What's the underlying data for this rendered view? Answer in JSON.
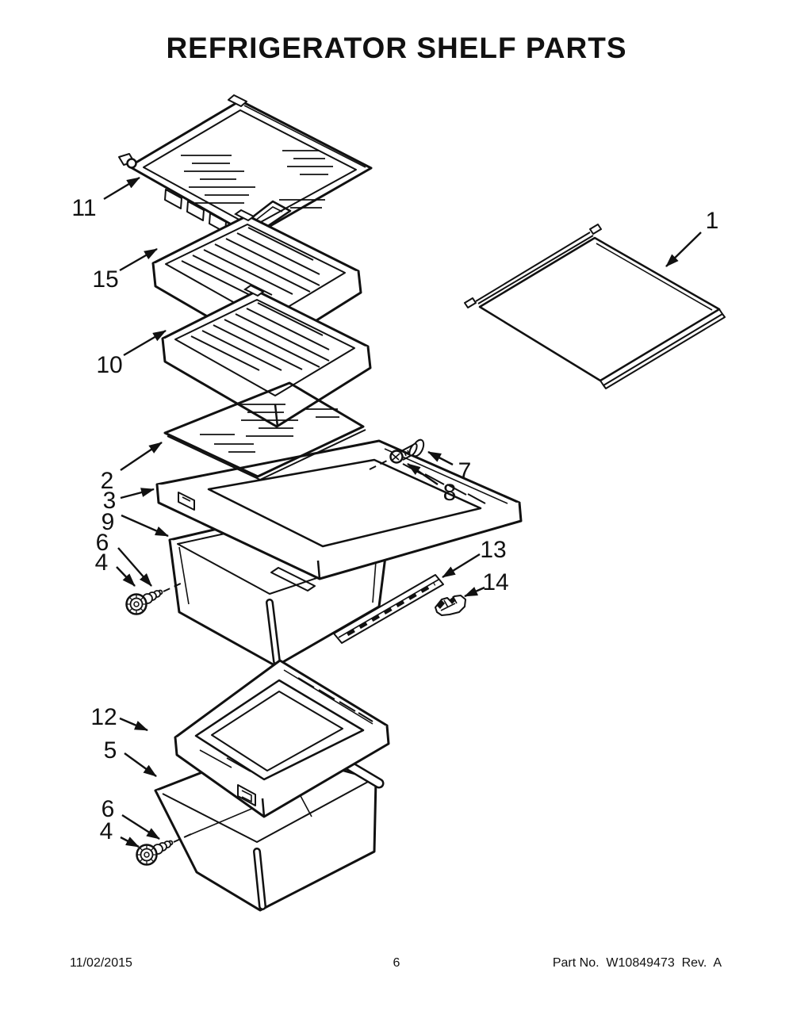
{
  "page": {
    "title": "REFRIGERATOR SHELF PARTS",
    "footer": {
      "date": "11/02/2015",
      "page_number": "6",
      "part_info": "Part No.  W10849473  Rev.  A"
    }
  },
  "diagram": {
    "description": "Exploded view of refrigerator shelf and crisper drawer parts",
    "ink_color": "#111111",
    "background_color": "#ffffff",
    "callouts": [
      {
        "label": "11",
        "part": "shelf-assembly-top"
      },
      {
        "label": "15",
        "part": "crisper-pan-upper"
      },
      {
        "label": "10",
        "part": "crisper-pan-lower"
      },
      {
        "label": "1",
        "part": "glass-shelf"
      },
      {
        "label": "2",
        "part": "glass-insert"
      },
      {
        "label": "3",
        "part": "shelf-frame"
      },
      {
        "label": "9",
        "part": "crisper-drawer"
      },
      {
        "label": "6",
        "part": "shoulder-screw-grommet-middle"
      },
      {
        "label": "4",
        "part": "shoulder-screw-middle"
      },
      {
        "label": "7",
        "part": "spacer-cap"
      },
      {
        "label": "8",
        "part": "screw"
      },
      {
        "label": "13",
        "part": "trim-rail"
      },
      {
        "label": "14",
        "part": "rail-clip"
      },
      {
        "label": "12",
        "part": "shelf-frame-lower"
      },
      {
        "label": "5",
        "part": "crisper-drawer-lower"
      },
      {
        "label": "6",
        "part": "shoulder-screw-grommet-bottom"
      },
      {
        "label": "4",
        "part": "shoulder-screw-bottom"
      }
    ]
  }
}
